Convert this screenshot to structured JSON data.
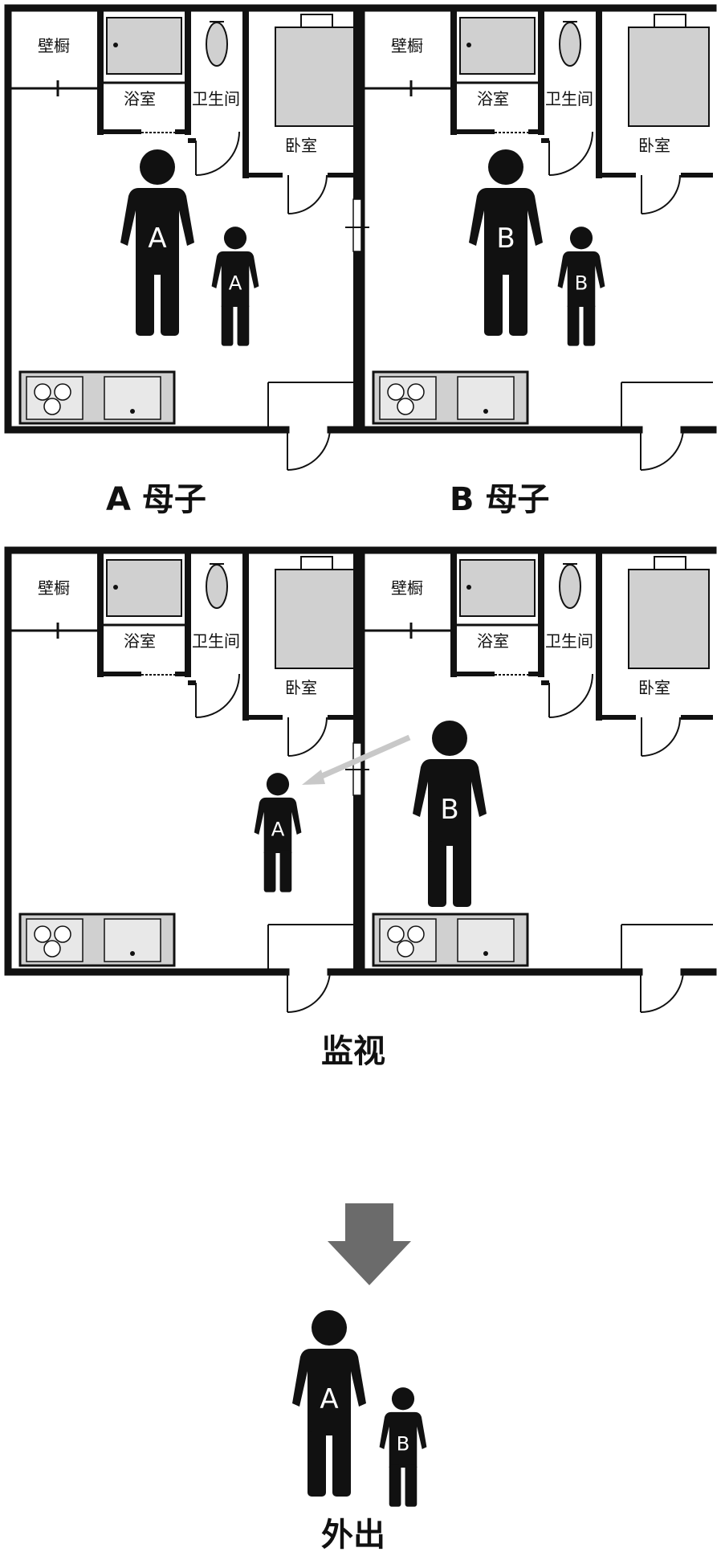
{
  "rooms": {
    "closet": "壁橱",
    "bath": "浴室",
    "toilet": "卫生间",
    "bedroom": "卧室"
  },
  "captions": {
    "a_family": "A 母子",
    "b_family": "B 母子",
    "monitor": "监视",
    "outing": "外出"
  },
  "figures": {
    "a_adult": "A",
    "a_child": "A",
    "b_adult": "B",
    "b_child": "B",
    "watched_child": "A",
    "watcher_adult": "B",
    "out_adult": "A",
    "out_child": "B"
  },
  "colors": {
    "wall": "#111111",
    "fixture": "#d0d0d0",
    "figure": "#111111",
    "arrow_down": "#6b6b6b",
    "arrow_gaze": "#c8c8c8"
  }
}
